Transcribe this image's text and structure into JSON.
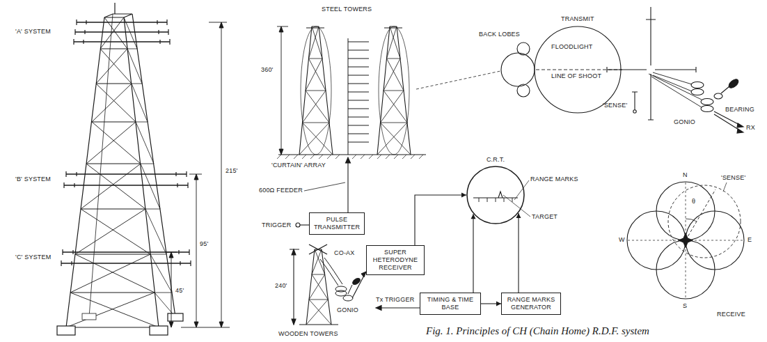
{
  "diagram": {
    "caption": "Fig. 1. Principles of CH (Chain Home) R.D.F. system",
    "nodes": [
      {
        "text": [
          "PULSE TRANSMITTER"
        ]
      },
      {
        "text": [
          "C.R.T."
        ]
      },
      {
        "text": [
          "SUPER HETERODYNE RECEIVER"
        ]
      },
      {
        "text": [
          "TIMING & TIME BASE"
        ]
      },
      {
        "text": [
          "RANGE MARKS GENERATOR"
        ]
      }
    ],
    "edges": [
      {
        "from": 2,
        "to": 1,
        "arrow": "to"
      },
      {
        "from": 3,
        "to": 1,
        "arrow": "to"
      },
      {
        "from": 3,
        "to": 4,
        "arrow": "to"
      },
      {
        "from": 4,
        "to": 1,
        "arrow": "to"
      }
    ],
    "labels": [
      "'A' SYSTEM",
      "'B' SYSTEM",
      "'C' SYSTEM",
      "215'",
      "95'",
      "45'",
      "STEEL TOWERS",
      "360'",
      "'CURTAIN' ARRAY",
      "600Ω FEEDER",
      "TRIGGER",
      "CO-AX",
      "GONIO",
      "240'",
      "WOODEN TOWERS",
      "Tx TRIGGER",
      "RANGE MARKS",
      "TARGET",
      "BACK LOBES",
      "TRANSMIT",
      "FLOODLIGHT",
      "LINE OF SHOOT",
      "'SENSE'",
      "GONIO",
      "BEARING",
      "RX",
      "N",
      "W",
      "E",
      "S",
      "'SENSE'",
      "θ",
      "RECEIVE"
    ]
  }
}
